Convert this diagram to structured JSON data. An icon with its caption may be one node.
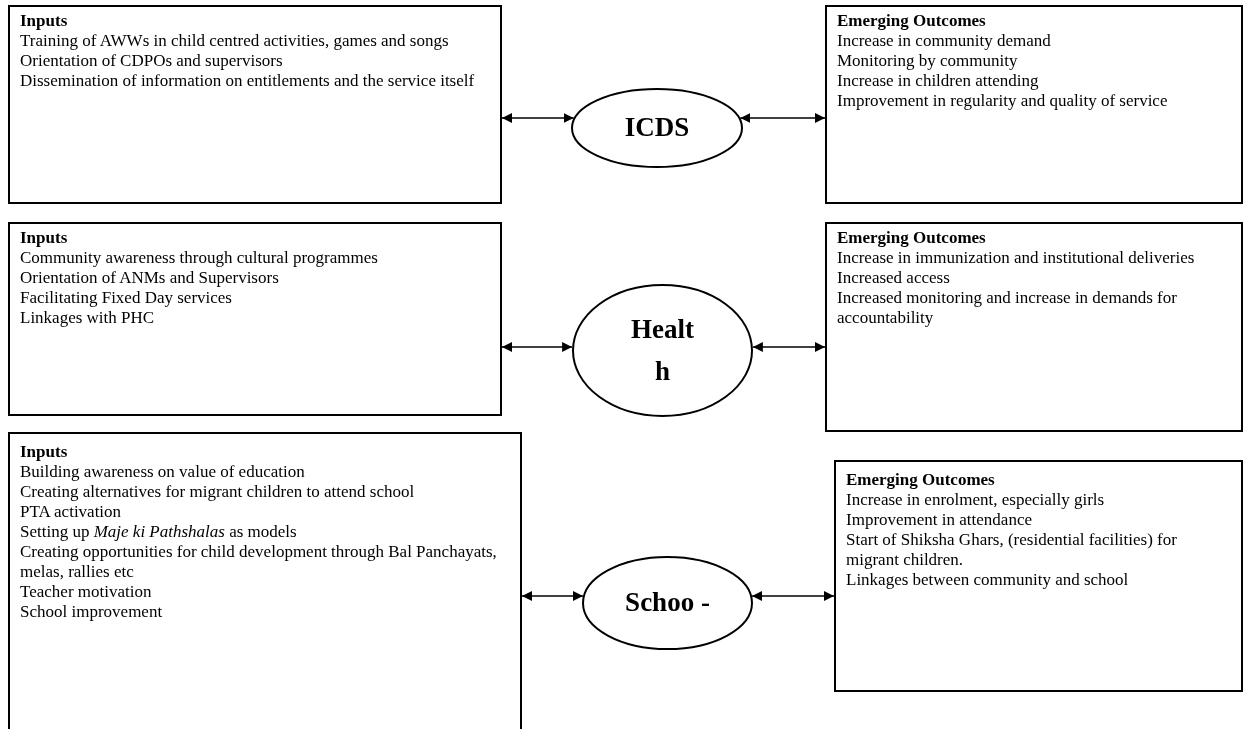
{
  "diagram": {
    "nodes": [
      {
        "text": [
          "Inputs",
          "Training of AWWs in child centred activities, games and songs",
          "Orientation of CDPOs and supervisors",
          "Dissemination of information on entitlements and the service itself"
        ]
      },
      {
        "text": [
          "ICDS"
        ]
      },
      {
        "text": [
          "Emerging Outcomes",
          "Increase in community demand",
          "Monitoring by community",
          "Increase in children attending",
          "Improvement in regularity and quality of service"
        ]
      },
      {
        "text": [
          "Inputs",
          "Community awareness through cultural programmes",
          "Orientation of ANMs and Supervisors",
          "Facilitating Fixed Day services",
          "Linkages with PHC"
        ]
      },
      {
        "text": [
          "Healt h"
        ]
      },
      {
        "text": [
          "Emerging Outcomes",
          "Increase in immunization and institutional deliveries",
          "Increased access",
          "Increased monitoring and increase in demands for accountability"
        ]
      },
      {
        "text": [
          "Inputs",
          "Building awareness on value of education",
          "Creating alternatives for migrant children to attend school",
          "PTA activation",
          "Setting up *Maje ki Pathshalas* as models",
          "Creating opportunities for child development through Bal Panchayats, melas, rallies etc",
          "Teacher motivation",
          "School improvement"
        ]
      },
      {
        "text": [
          "Schoo -"
        ]
      },
      {
        "text": [
          "Emerging Outcomes",
          "Increase in enrolment, especially girls",
          "Improvement in attendance",
          "Start of Shiksha Ghars, (residential facilities) for migrant children.",
          "Linkages between community and school"
        ]
      }
    ],
    "edges": [
      {
        "from": 0,
        "to": 1,
        "arrow": "both"
      },
      {
        "from": 1,
        "to": 2,
        "arrow": "both"
      },
      {
        "from": 3,
        "to": 4,
        "arrow": "both"
      },
      {
        "from": 4,
        "to": 5,
        "arrow": "both"
      },
      {
        "from": 6,
        "to": 7,
        "arrow": "both"
      },
      {
        "from": 7,
        "to": 8,
        "arrow": "both"
      }
    ]
  }
}
